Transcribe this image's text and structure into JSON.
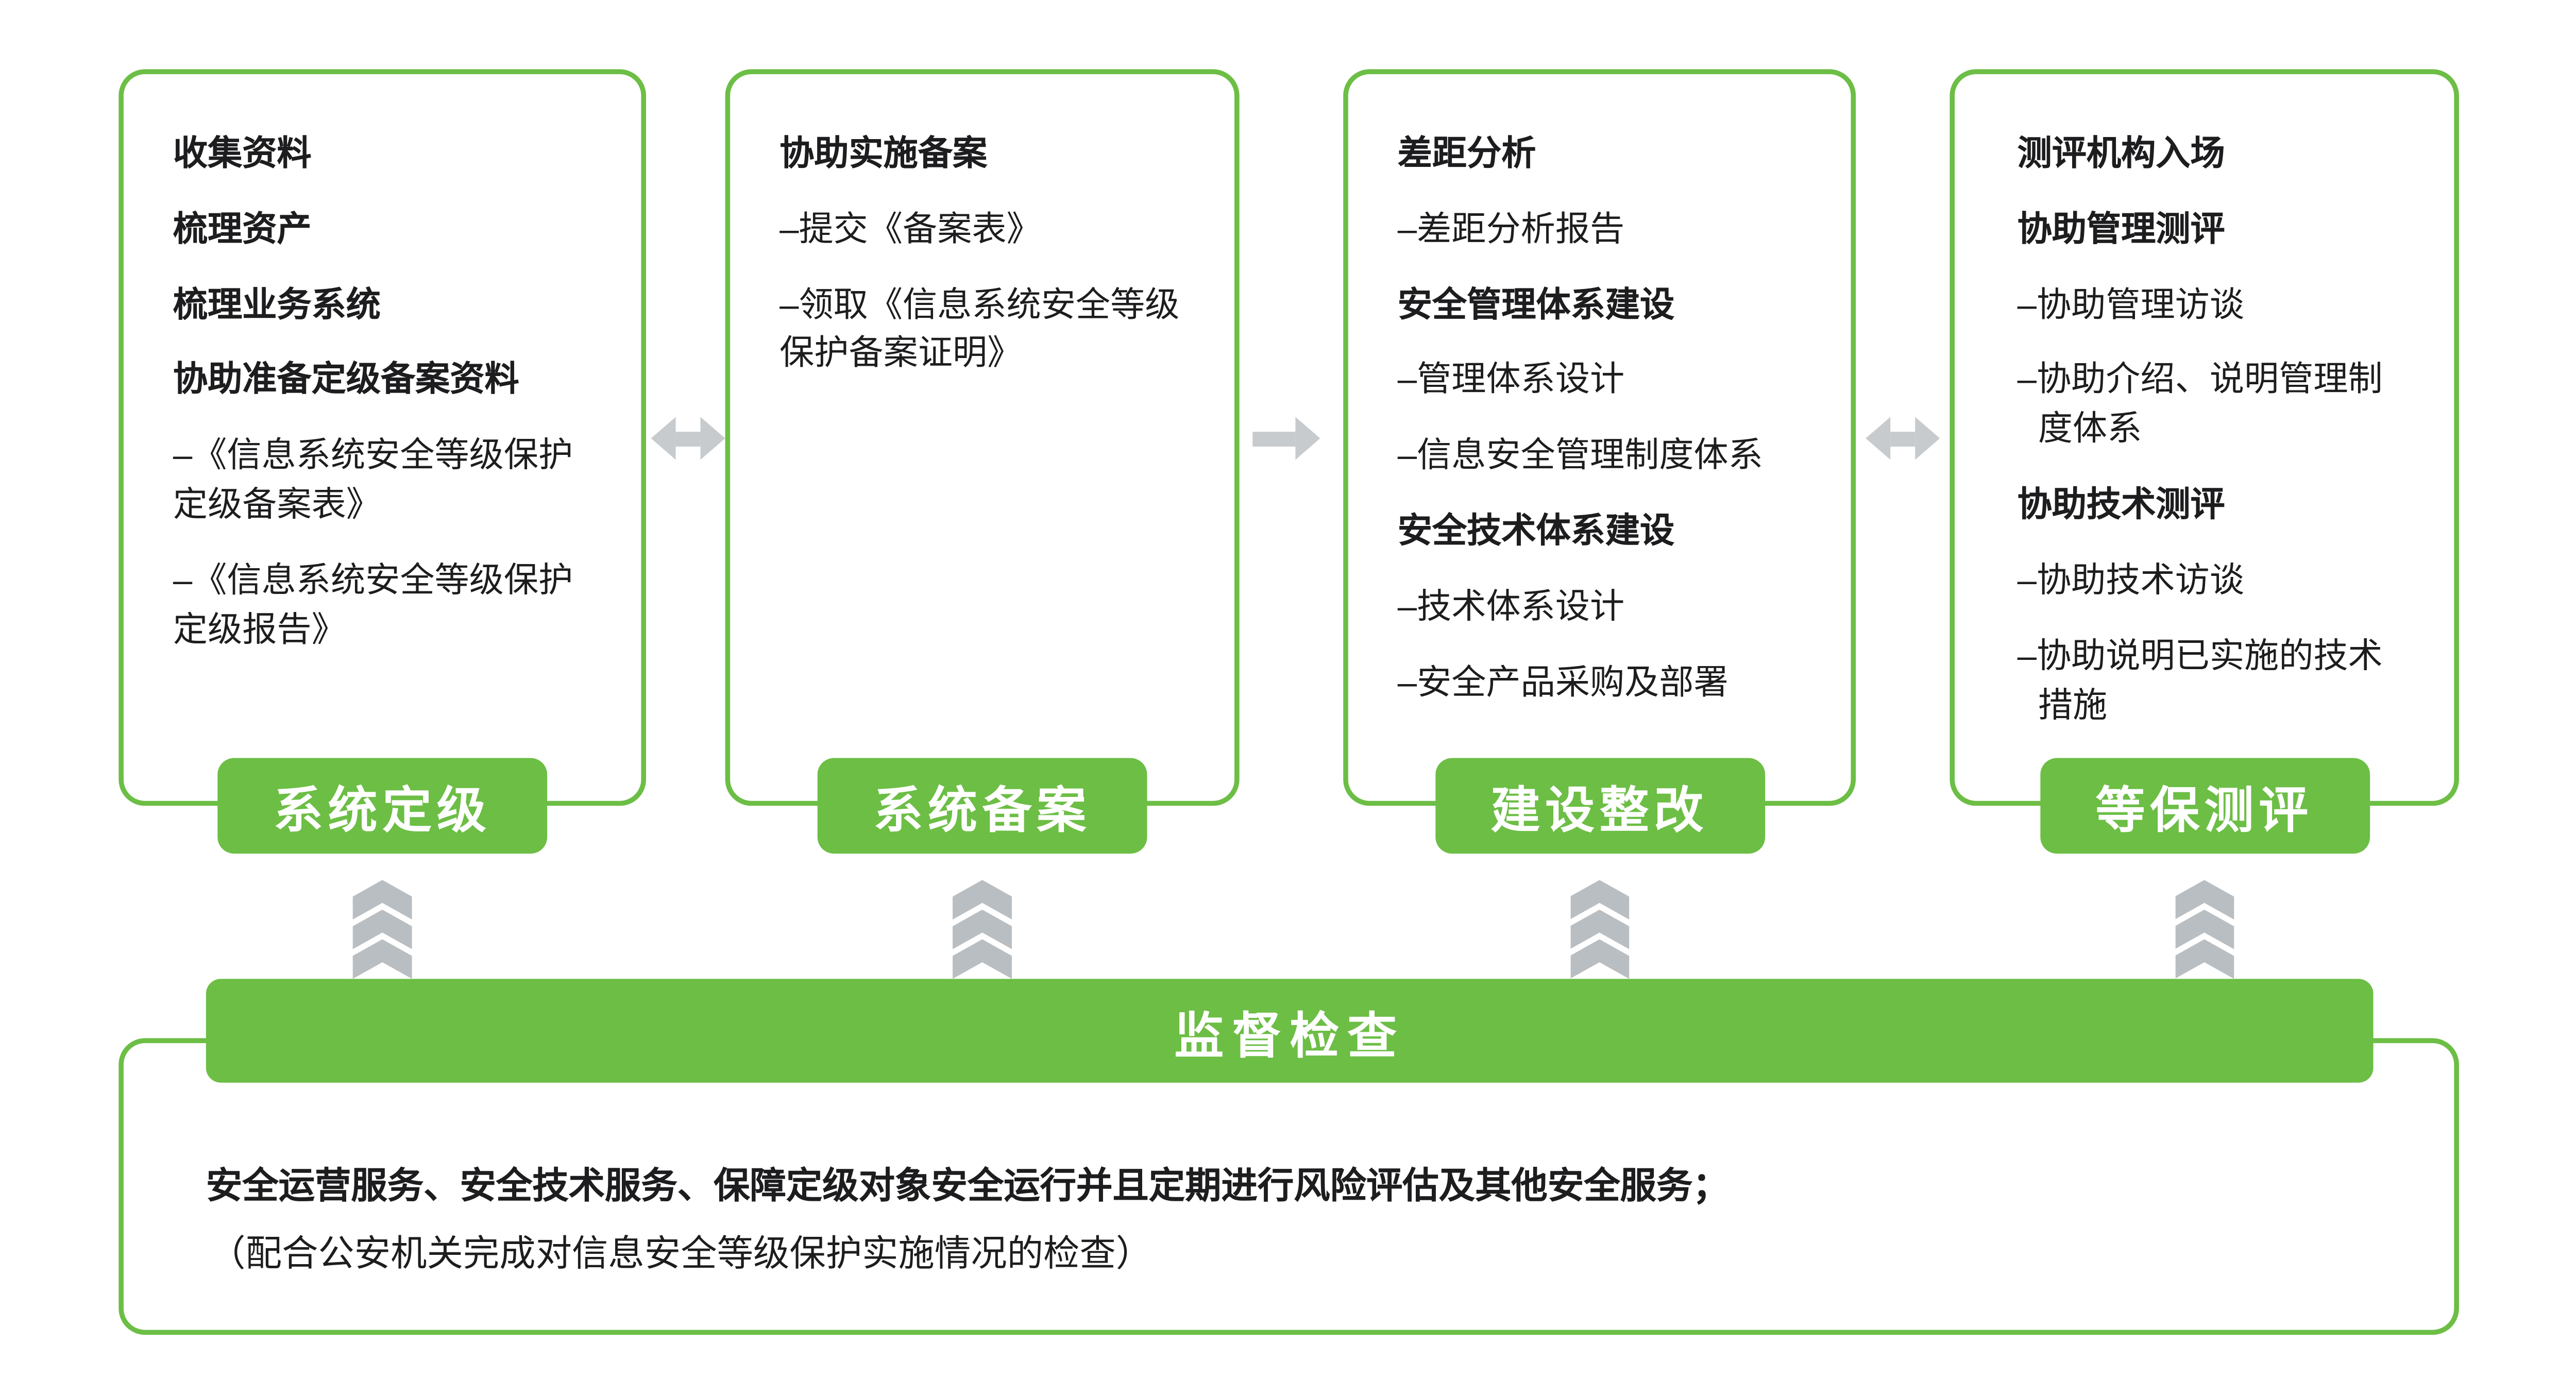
{
  "colors": {
    "accent": "#6cbe45",
    "arrow": "#c7cbce",
    "chevron": "#b9bec2"
  },
  "columns": [
    {
      "label": "系统定级",
      "items": [
        {
          "text": "收集资料",
          "bold": true,
          "hang": false
        },
        {
          "text": "梳理资产",
          "bold": true,
          "hang": false
        },
        {
          "text": "梳理业务系统",
          "bold": true,
          "hang": false
        },
        {
          "text": "协助准备定级备案资料",
          "bold": true,
          "hang": false
        },
        {
          "text": "–《信息系统安全等级保护定级备案表》",
          "bold": false,
          "hang": false
        },
        {
          "text": "–《信息系统安全等级保护定级报告》",
          "bold": false,
          "hang": false
        }
      ]
    },
    {
      "label": "系统备案",
      "items": [
        {
          "text": "协助实施备案",
          "bold": true,
          "hang": false
        },
        {
          "text": "–提交《备案表》",
          "bold": false,
          "hang": false
        },
        {
          "text": "–领取《信息系统安全等级保护备案证明》",
          "bold": false,
          "hang": false
        }
      ]
    },
    {
      "label": "建设整改",
      "items": [
        {
          "text": "差距分析",
          "bold": true,
          "hang": false
        },
        {
          "text": "–差距分析报告",
          "bold": false,
          "hang": false
        },
        {
          "text": "安全管理体系建设",
          "bold": true,
          "hang": false
        },
        {
          "text": "–管理体系设计",
          "bold": false,
          "hang": false
        },
        {
          "text": "–信息安全管理制度体系",
          "bold": false,
          "hang": false
        },
        {
          "text": "安全技术体系建设",
          "bold": true,
          "hang": false
        },
        {
          "text": "–技术体系设计",
          "bold": false,
          "hang": false
        },
        {
          "text": "–安全产品采购及部署",
          "bold": false,
          "hang": false
        }
      ]
    },
    {
      "label": "等保测评",
      "items": [
        {
          "text": "测评机构入场",
          "bold": true,
          "hang": false
        },
        {
          "text": "协助管理测评",
          "bold": true,
          "hang": false
        },
        {
          "text": "–协助管理访谈",
          "bold": false,
          "hang": false
        },
        {
          "text": "–协助介绍、说明管理制度体系",
          "bold": false,
          "hang": true
        },
        {
          "text": "协助技术测评",
          "bold": true,
          "hang": false
        },
        {
          "text": "–协助技术访谈",
          "bold": false,
          "hang": false
        },
        {
          "text": "–协助说明已实施的技术措施",
          "bold": false,
          "hang": true
        }
      ]
    }
  ],
  "connectors": [
    {
      "type": "bidirectional"
    },
    {
      "type": "forward"
    },
    {
      "type": "bidirectional"
    }
  ],
  "supervision_bar": {
    "label": "监督检查"
  },
  "bottom_box": {
    "line1": "安全运营服务、安全技术服务、保障定级对象安全运行并且定期进行风险评估及其他安全服务；",
    "line2": "（配合公安机关完成对信息安全等级保护实施情况的检查）"
  }
}
